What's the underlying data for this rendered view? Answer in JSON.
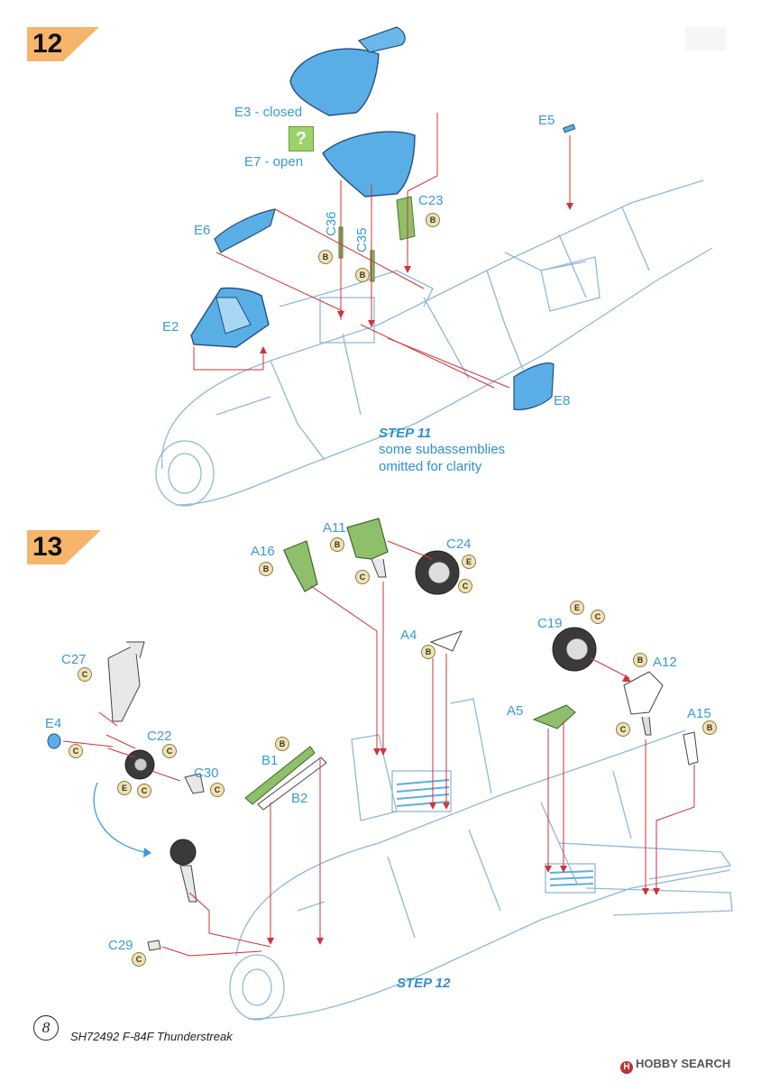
{
  "steps": [
    {
      "number": "12",
      "title": "STEP 11",
      "note_lines": [
        "some subassemblies",
        "omitted for clarity"
      ]
    },
    {
      "number": "13",
      "title": "STEP 12"
    }
  ],
  "step12_labels": {
    "e3": "E3 - closed",
    "e7": "E7 - open",
    "e5": "E5",
    "e6": "E6",
    "e2": "E2",
    "e8": "E8",
    "c36": "C36",
    "c35": "C35",
    "c23": "C23",
    "question": "?"
  },
  "step13_labels": {
    "a16": "A16",
    "a11": "A11",
    "c24": "C24",
    "a4": "A4",
    "c19": "C19",
    "a12": "A12",
    "c27": "C27",
    "e4": "E4",
    "c22": "C22",
    "c30": "C30",
    "b1": "B1",
    "b2": "B2",
    "a5": "A5",
    "a15": "A15",
    "c29": "C29"
  },
  "sprue_tags": {
    "b": "B",
    "c": "C",
    "e": "E"
  },
  "footer": {
    "page_number": "8",
    "kit": "SH72492  F-84F Thunderstreak"
  },
  "watermark": "HOBBY SEARCH",
  "colors": {
    "label": "#3a9ad6",
    "arrow": "#d2323a",
    "clear_part": "#5aaee6",
    "green_part": "#8fbf6a",
    "outline": "#8fb8d8",
    "badge": "#f6b56b"
  }
}
